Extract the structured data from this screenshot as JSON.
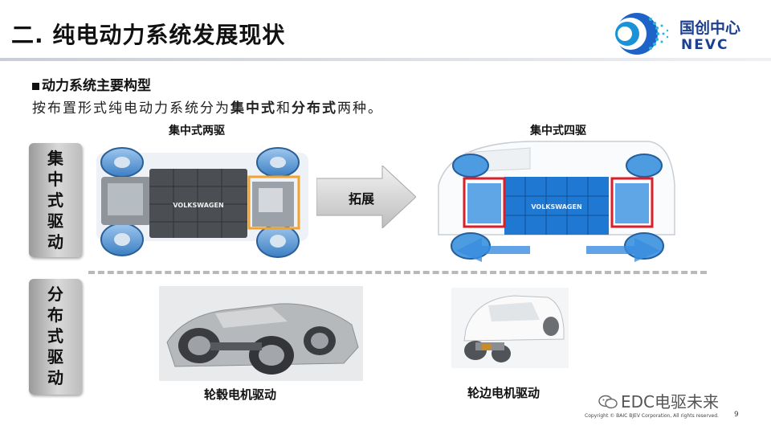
{
  "slide": {
    "title": "二. 纯电动力系统发展现状",
    "logo_cn": "国创中心",
    "logo_en": "NEVC",
    "subheading": "动力系统主要构型",
    "desc_prefix": "按布置形式纯电动力系统分为",
    "desc_bold1": "集中式",
    "desc_mid": "和",
    "desc_bold2": "分布式",
    "desc_suffix": "两种。",
    "centralized_label": [
      "集",
      "中",
      "式",
      "驱",
      "动"
    ],
    "distributed_label": [
      "分",
      "布",
      "式",
      "驱",
      "动"
    ],
    "cap_two_drive": "集中式两驱",
    "cap_four_drive": "集中式四驱",
    "arrow_label": "拓展",
    "battery_brand": "VOLKSWAGEN",
    "caption_hub": "轮毂电机驱动",
    "caption_wheelside": "轮边电机驱动",
    "watermark": "EDC电驱未来",
    "copyright": "Copyright © BAIC BJEV Corporation, All rights reserved.",
    "page_number": "9"
  },
  "colors": {
    "logo_blue": "#1c3f8f",
    "highlight_orange": "#f0a330",
    "highlight_red": "#d9202a",
    "battery_blue": "#1f78d1"
  }
}
